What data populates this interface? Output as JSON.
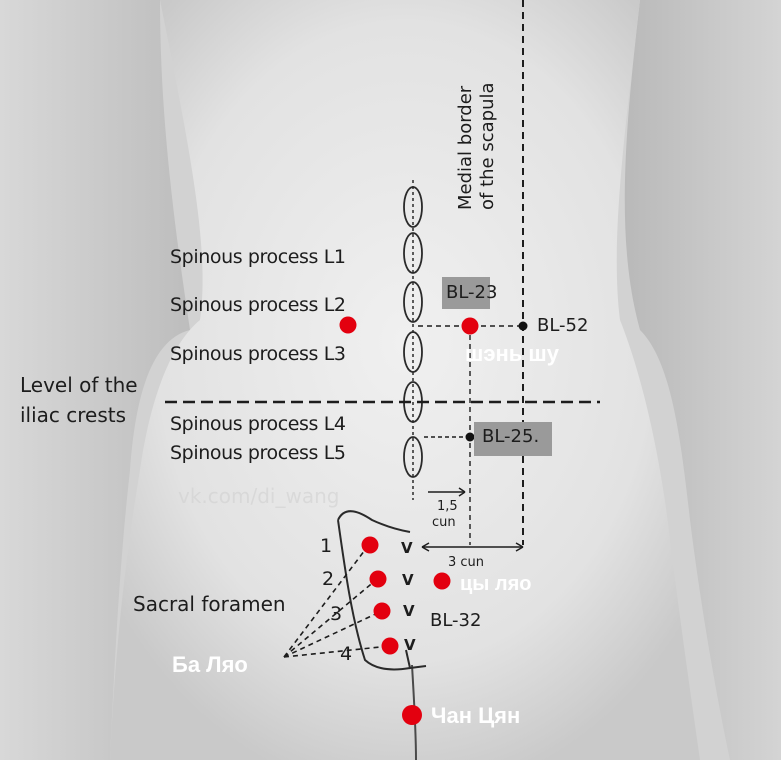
{
  "spinous_labels": [
    "Spinous process L1",
    "Spinous process L2",
    "Spinous process L3",
    "Spinous process L4",
    "Spinous process L5"
  ],
  "iliac_label": [
    "Level of the",
    "iliac crests"
  ],
  "scapula_label": [
    "Medial border",
    "of the scapula"
  ],
  "sacral_label": "Sacral foramen",
  "foramen_numbers": [
    "1",
    "2",
    "3",
    "4"
  ],
  "v_mark": "V",
  "points": {
    "bl23": "BL-23",
    "bl52": "BL-52",
    "bl25": "BL-25.",
    "bl32": "BL-32"
  },
  "distances": {
    "short_value": "1,5",
    "short_unit": "cun",
    "long": "3 cun"
  },
  "russian_labels": {
    "shen_shu": "шэнь шу",
    "tsy_lyao": "цы ляо",
    "ba_lyao": "Ба Ляо",
    "chan_tsyan": "Чан Цян"
  },
  "watermark": "vk.com/di_wang",
  "colors": {
    "marker": "#e3000f",
    "label_text": "#1d1d1d",
    "russian_text": "#ffffff",
    "skin_light": "#ececec",
    "background": "#d6d6d6"
  }
}
